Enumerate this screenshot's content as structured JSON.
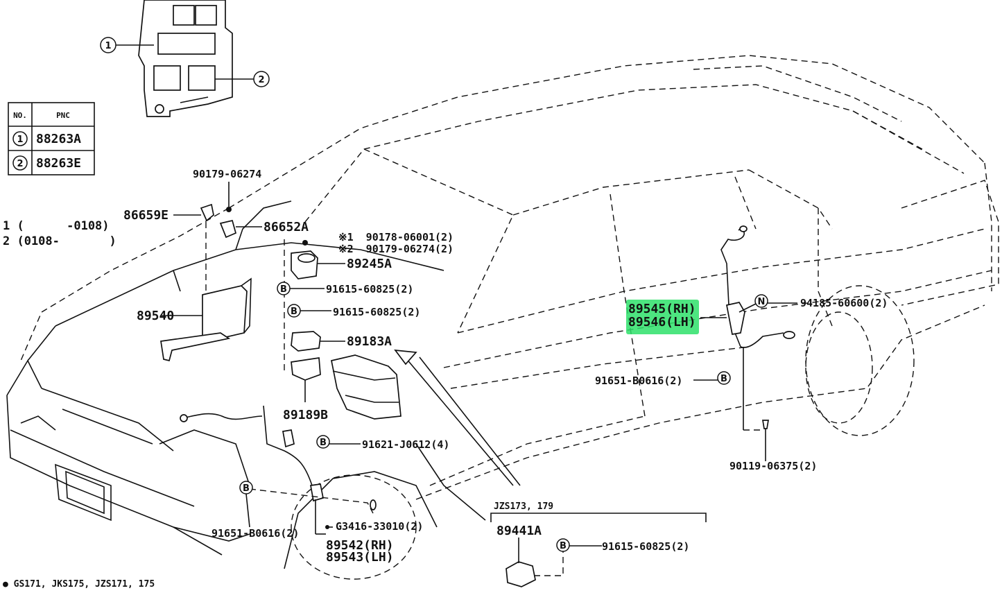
{
  "legend_table": {
    "headers": [
      "NO.",
      "PNC"
    ],
    "rows": [
      {
        "no": "1",
        "pnc": "88263A"
      },
      {
        "no": "2",
        "pnc": "88263E"
      }
    ]
  },
  "date_notes": {
    "note1": "1 (      -0108)",
    "note2": "2 (0108-       )"
  },
  "relay_callouts": {
    "c1": "1",
    "c2": "2"
  },
  "part_labels": {
    "p90179_top": "90179-06274",
    "p86659E": "86659E",
    "p86652A": "86652A",
    "p90178": "※1  90178-06001(2)",
    "p90179_b": "※2  90179-06274(2)",
    "p89245A": "89245A",
    "p91615_a": "91615-60825(2)",
    "p91615_b": "91615-60825(2)",
    "p89540": "89540",
    "p89183A": "89183A",
    "p89189B": "89189B",
    "p91621": "91621-J0612(4)",
    "p91651_front": "91651-B0616(2)",
    "p G3416": "G3416-33010(2)",
    "p89542": "89542(RH)",
    "p89543": "89543(LH)",
    "p89545": "89545(RH)",
    "p89546": "89546(LH)",
    "p94185": "94185-60600(2)",
    "p91651_rear": "91651-B0616(2)",
    "p90119": "90119-06375(2)",
    "p_jzs": "JZS173, 179",
    "p89441A": "89441A",
    "p91615_c": "91615-60825(2)"
  },
  "symbol_letters": {
    "b": "B",
    "n": "N"
  },
  "footnote": "● GS171, JKS175, JZS171, 175",
  "highlight_color": "#2ee06a"
}
